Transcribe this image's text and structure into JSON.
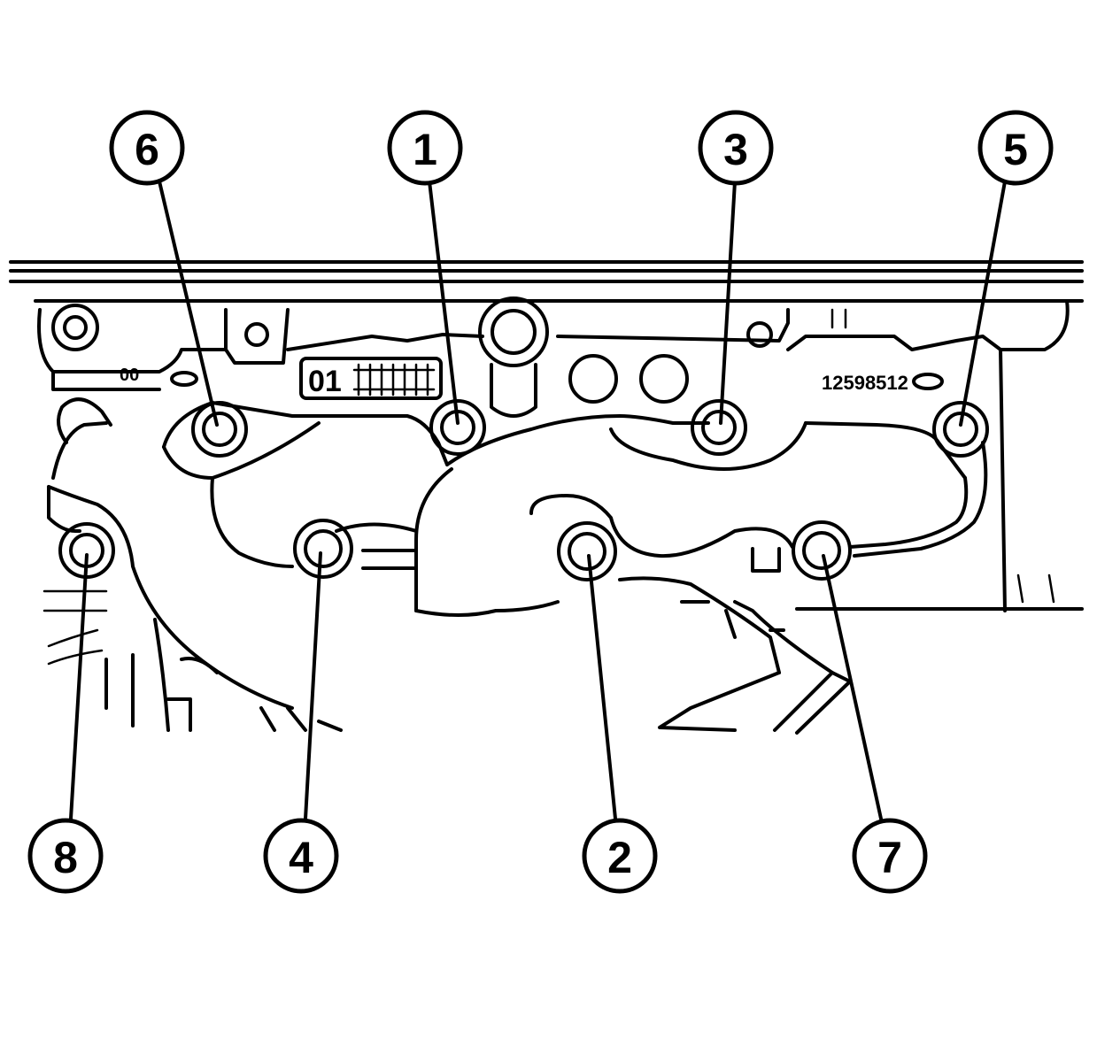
{
  "callouts": [
    {
      "id": "callout-6",
      "label": "6"
    },
    {
      "id": "callout-1",
      "label": "1"
    },
    {
      "id": "callout-3",
      "label": "3"
    },
    {
      "id": "callout-5",
      "label": "5"
    },
    {
      "id": "callout-8",
      "label": "8"
    },
    {
      "id": "callout-4",
      "label": "4"
    },
    {
      "id": "callout-2",
      "label": "2"
    },
    {
      "id": "callout-7",
      "label": "7"
    }
  ],
  "stamps": {
    "cylinder_code": "01",
    "part_number": "12598512",
    "small_mark": "00"
  },
  "colors": {
    "line": "#000000",
    "background": "#ffffff"
  }
}
